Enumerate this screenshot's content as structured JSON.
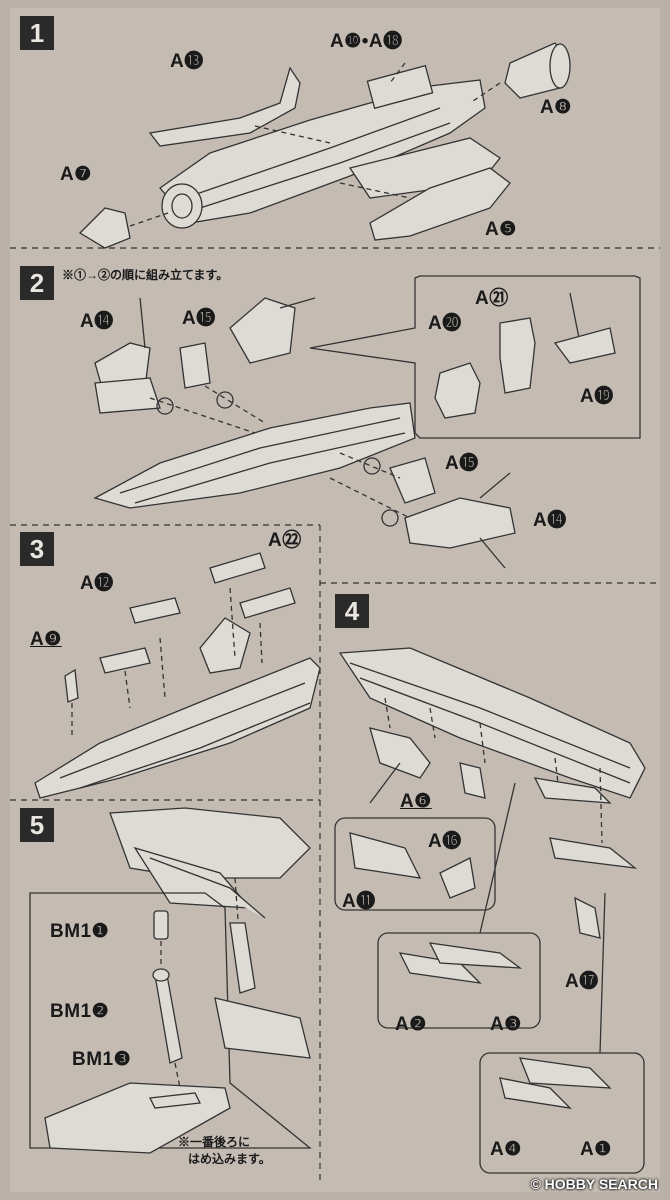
{
  "steps": {
    "s1": "1",
    "s2": "2",
    "s3": "3",
    "s4": "4",
    "s5": "5"
  },
  "step1": {
    "a13": "A⓭",
    "a10_18": "A❿•A⓲",
    "a8": "A❽",
    "a7": "A❼",
    "a5": "A❺"
  },
  "step2": {
    "note": "※①→②の順に組み立てます。",
    "a14_left": "A⓮",
    "a15_left": "A⓯",
    "a20": "A⓴",
    "a21": "A㉑",
    "a19": "A⓳",
    "a15_right": "A⓯",
    "a14_right": "A⓮"
  },
  "step3": {
    "a22": "A㉒",
    "a12": "A⓬",
    "a9": "A❾"
  },
  "step4": {
    "a6": "A❻",
    "a16": "A⓰",
    "a11": "A⓫",
    "a17": "A⓱",
    "a2": "A❷",
    "a3": "A❸",
    "a4": "A❹",
    "a1": "A❶"
  },
  "step5": {
    "bm1_1": "BM1❶",
    "bm1_2": "BM1❷",
    "bm1_3": "BM1❸",
    "note_line1": "※一番後ろに",
    "note_line2": "はめ込みます。"
  },
  "watermark": "© HOBBY SEARCH"
}
